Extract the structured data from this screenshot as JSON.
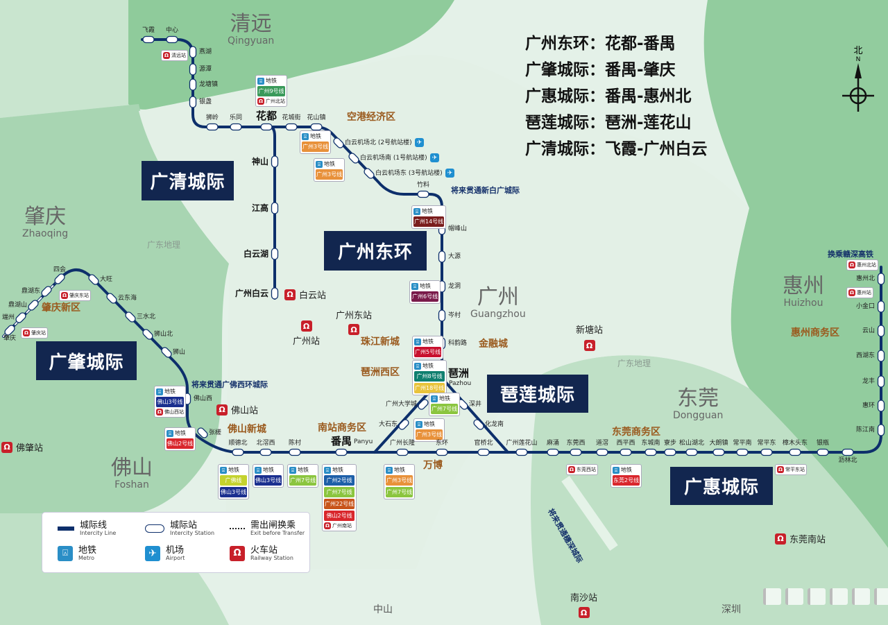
{
  "title_legend": [
    "广州东环：花都-番禺",
    "广肇城际：番禺-肇庆",
    "广惠城际：番禺-惠州北",
    "琶莲城际：琶洲-莲花山",
    "广清城际：飞霞-广州白云"
  ],
  "compass": {
    "cn": "北",
    "en": "N"
  },
  "colors": {
    "line": "#0d2f6b",
    "line_box": "#12264f",
    "zone_text": "#9a5a1e",
    "rail": "#c8202a",
    "metro": "#2a8ec6",
    "airport": "#1f8fd0"
  },
  "regions": [
    {
      "cn": "清远",
      "en": "Qingyuan"
    },
    {
      "cn": "肇庆",
      "en": "Zhaoqing"
    },
    {
      "cn": "佛山",
      "en": "Foshan"
    },
    {
      "cn": "广州",
      "en": "Guangzhou"
    },
    {
      "cn": "东莞",
      "en": "Dongguan"
    },
    {
      "cn": "惠州",
      "en": "Huizhou"
    }
  ],
  "geo_labels": [
    "广东地理",
    "广东地理",
    "中山",
    "深圳"
  ],
  "line_boxes": [
    "广清城际",
    "广州东环",
    "广肇城际",
    "琶莲城际",
    "广惠城际"
  ],
  "zones": [
    "空港经济区",
    "肇庆新区",
    "佛山新城",
    "南站商务区",
    "珠江新城",
    "琶洲西区",
    "金融城",
    "万博",
    "东莞商务区",
    "惠州商务区"
  ],
  "notes": [
    "将来贯通新白广城际",
    "将来贯通广佛西环城际",
    "换乘赣深高铁",
    "将来贯通穗深城际"
  ],
  "rail_stations": [
    "白云站",
    "广州站",
    "广州东站",
    "新塘站",
    "佛山站",
    "佛肇站",
    "南沙站",
    "东莞南站"
  ],
  "lines": {
    "guangqing": {
      "name": "广清城际",
      "stations": [
        "飞霞",
        "中心",
        "燕湖",
        "源潭",
        "龙塘镇",
        "银盏",
        "狮岭",
        "乐同",
        "花都",
        "神山",
        "江高",
        "白云湖",
        "广州白云"
      ]
    },
    "east_ring": {
      "name": "广州东环",
      "stations": [
        "花城街",
        "花山镇",
        "白云机场北 (2号航站楼)",
        "白云机场南 (1号航站楼)",
        "白云机场东 (3号航站楼)",
        "竹料",
        "帽峰山",
        "大源",
        "龙洞",
        "岑村",
        "科韵路",
        "琶洲",
        "广州大学城",
        "大石东"
      ]
    },
    "pazhou_lianhuashan": {
      "name": "琶莲城际",
      "stations": [
        "深井",
        "化龙南"
      ]
    },
    "guangzhao": {
      "name": "广肇城际",
      "stations": [
        "肇庆",
        "端州",
        "鼎湖山",
        "鼎湖东",
        "四会",
        "大旺",
        "云东海",
        "三水北",
        "狮山北",
        "狮山",
        "佛山西",
        "张槎",
        "顺德北",
        "北滘西",
        "陈村",
        "番禺"
      ]
    },
    "guanghui": {
      "name": "广惠城际",
      "stations": [
        "广州长隆",
        "东环",
        "官桥北",
        "广州莲花山",
        "麻涌",
        "东莞西",
        "道滘",
        "西平西",
        "东城南",
        "寮步",
        "松山湖北",
        "大朗镇",
        "常平南",
        "常平东",
        "樟木头东",
        "银瓶",
        "沥林北",
        "陈江南",
        "惠环",
        "龙丰",
        "西湖东",
        "云山",
        "小金口",
        "惠州北"
      ]
    }
  },
  "station_en": {
    "panyu": "Panyu",
    "pazhou": "Pazhou"
  },
  "metro_header": "地铁",
  "transfers": [
    {
      "station": "花都",
      "lines": [
        {
          "name": "广州9号线",
          "color": "#3a9a5a"
        }
      ],
      "rail": "广州北站"
    },
    {
      "station": "白云机场北",
      "lines": [
        {
          "name": "广州3号线",
          "color": "#e8913a"
        }
      ]
    },
    {
      "station": "白云机场南",
      "lines": [
        {
          "name": "广州3号线",
          "color": "#e8913a"
        }
      ]
    },
    {
      "station": "竹料",
      "lines": [
        {
          "name": "广州14号线",
          "color": "#7a1d1d"
        }
      ]
    },
    {
      "station": "龙洞",
      "lines": [
        {
          "name": "广州6号线",
          "color": "#7a1a4a"
        }
      ]
    },
    {
      "station": "科韵路",
      "lines": [
        {
          "name": "广州5号线",
          "color": "#c8102e"
        }
      ]
    },
    {
      "station": "琶洲",
      "lines": [
        {
          "name": "广州8号线",
          "color": "#0f7f6f"
        },
        {
          "name": "广州18号线",
          "color": "#e8c33a"
        }
      ]
    },
    {
      "station": "深井",
      "lines": [
        {
          "name": "广州7号线",
          "color": "#8bc53f"
        }
      ]
    },
    {
      "station": "大石东",
      "lines": [
        {
          "name": "广州3号线",
          "color": "#e8913a"
        }
      ]
    },
    {
      "station": "佛山西",
      "lines": [
        {
          "name": "佛山3号线",
          "color": "#1a2f8f"
        }
      ],
      "rail": "佛山西站"
    },
    {
      "station": "张槎",
      "lines": [
        {
          "name": "佛山2号线",
          "color": "#d9262c"
        }
      ]
    },
    {
      "station": "顺德北",
      "lines": [
        {
          "name": "广佛线",
          "color": "#c4d22e"
        },
        {
          "name": "佛山3号线",
          "color": "#1a2f8f"
        }
      ]
    },
    {
      "station": "北滘西",
      "lines": [
        {
          "name": "佛山3号线",
          "color": "#1a2f8f"
        }
      ]
    },
    {
      "station": "陈村",
      "lines": [
        {
          "name": "广州7号线",
          "color": "#8bc53f"
        }
      ]
    },
    {
      "station": "番禺",
      "lines": [
        {
          "name": "广州2号线",
          "color": "#1d5fa8"
        },
        {
          "name": "广州7号线",
          "color": "#8bc53f"
        },
        {
          "name": "广州22号线",
          "color": "#c8541a"
        },
        {
          "name": "佛山2号线",
          "color": "#d9262c"
        }
      ],
      "rail": "广州南站"
    },
    {
      "station": "广州长隆",
      "lines": [
        {
          "name": "广州3号线",
          "color": "#e8913a"
        },
        {
          "name": "广州7号线",
          "color": "#8bc53f"
        }
      ]
    },
    {
      "station": "东莞西",
      "lines": [],
      "rail": "东莞西站"
    },
    {
      "station": "西平西",
      "lines": [
        {
          "name": "东莞2号线",
          "color": "#d9262c"
        }
      ]
    },
    {
      "station": "常平东",
      "lines": [],
      "rail": "常平东站"
    },
    {
      "station": "肇庆",
      "lines": [],
      "rail": "肇庆站"
    },
    {
      "station": "鼎湖东",
      "lines": [],
      "rail": "肇庆东站"
    },
    {
      "station": "惠州北",
      "lines": [],
      "rail": "惠州北站"
    },
    {
      "station": "小金口",
      "lines": [],
      "rail": "惠州站"
    },
    {
      "station": "中心",
      "lines": [],
      "rail": "清远站"
    }
  ],
  "legend": {
    "intercity_line": {
      "cn": "城际线",
      "en": "Intercity Line"
    },
    "intercity_station": {
      "cn": "城际站",
      "en": "Intercity Station"
    },
    "exit_transfer": {
      "cn": "需出闸换乘",
      "en": "Exit before Transfer"
    },
    "metro": {
      "cn": "地铁",
      "en": "Metro"
    },
    "airport": {
      "cn": "机场",
      "en": "Airport"
    },
    "railway": {
      "cn": "火车站",
      "en": "Railway Station"
    }
  }
}
